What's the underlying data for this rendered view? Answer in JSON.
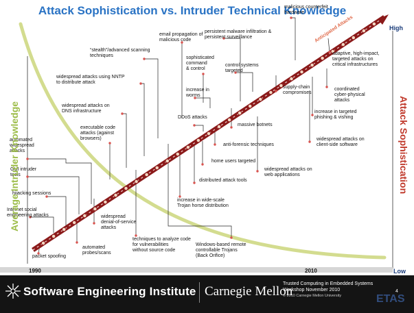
{
  "title": "Attack Sophistication vs. Intruder Technical Knowledge",
  "axes": {
    "left_label": "Average Intruder Knowledge",
    "right_label": "Attack Sophistication",
    "high": "High",
    "low": "Low",
    "start_year": "1990",
    "end_year": "2010",
    "anticipated": "Anticipated Attacks"
  },
  "labels": [
    {
      "id": "packet-spoofing",
      "lines": [
        "packet spoofing"
      ]
    },
    {
      "id": "internet-social-engineering",
      "lines": [
        "Internet social",
        "engineering attacks"
      ]
    },
    {
      "id": "hijacking-sessions",
      "lines": [
        "hijacking sessions"
      ]
    },
    {
      "id": "gui-intruder-tools",
      "lines": [
        "GUI intruder",
        "tools"
      ]
    },
    {
      "id": "automated-widespread",
      "lines": [
        "automated",
        "widespread",
        "attacks"
      ]
    },
    {
      "id": "executable-code",
      "lines": [
        "executable code",
        "attacks (against",
        "browsers)"
      ]
    },
    {
      "id": "dns-infrastructure",
      "lines": [
        "widespread attacks on",
        "DNS infrastructure"
      ]
    },
    {
      "id": "nntp",
      "lines": [
        "widespread attacks using NNTP",
        "to distribute attack"
      ]
    },
    {
      "id": "stealth-scanning",
      "lines": [
        "“stealth”/advanced scanning",
        "techniques"
      ]
    },
    {
      "id": "email-propagation",
      "lines": [
        "email propagation of",
        "malicious code"
      ]
    },
    {
      "id": "sophisticated-cc",
      "lines": [
        "sophisticated",
        "command",
        "& control"
      ]
    },
    {
      "id": "persistent-malware",
      "lines": [
        "persistent malware infiltration &",
        "persistent surveillance"
      ]
    },
    {
      "id": "malicious-hardware",
      "lines": [
        "malicious counterfeit",
        "hardware"
      ]
    },
    {
      "id": "control-systems",
      "lines": [
        "control systems",
        "targeted"
      ]
    },
    {
      "id": "adaptive-high-impact",
      "lines": [
        "adaptive, high-impact,",
        "targeted attacks on",
        "critical infrastructures"
      ]
    },
    {
      "id": "supply-chain",
      "lines": [
        "supply-chain",
        "compromises"
      ]
    },
    {
      "id": "cyber-physical",
      "lines": [
        "coordinated",
        "cyber-physical",
        "attacks"
      ]
    },
    {
      "id": "increase-in-worms",
      "lines": [
        "increase in",
        "worms"
      ]
    },
    {
      "id": "ddos",
      "lines": [
        "DDoS attacks"
      ]
    },
    {
      "id": "massive-botnets",
      "lines": [
        "massive botnets"
      ]
    },
    {
      "id": "targeted-phishing",
      "lines": [
        "increase in targeted",
        "phishing & vishing"
      ]
    },
    {
      "id": "anti-forensic",
      "lines": [
        "anti-forensic techniques"
      ]
    },
    {
      "id": "client-side",
      "lines": [
        "widespread attacks on",
        "client-side software"
      ]
    },
    {
      "id": "home-users",
      "lines": [
        "home users targeted"
      ]
    },
    {
      "id": "web-applications",
      "lines": [
        "widespread attacks on",
        "web applications"
      ]
    },
    {
      "id": "distributed-tools",
      "lines": [
        "distributed attack tools"
      ]
    },
    {
      "id": "trojan-distribution",
      "lines": [
        "increase in wide-scale",
        "Trojan horse distribution"
      ]
    },
    {
      "id": "widespread-dos",
      "lines": [
        "widespread",
        "denial-of-service",
        "attacks"
      ]
    },
    {
      "id": "analyze-code",
      "lines": [
        "techniques to analyze code",
        "for vulnerabilities",
        "without source code"
      ]
    },
    {
      "id": "windows-trojans",
      "lines": [
        "Windows-based remote",
        "controllable Trojans",
        "(Back Orifice)"
      ]
    },
    {
      "id": "automated-probes",
      "lines": [
        "automated",
        "probes/scans"
      ]
    }
  ],
  "footer": {
    "institute": "Software Engineering Institute",
    "university": "Carnegie Mellon",
    "line1": "Trusted Computing in Embedded Systems",
    "line2": "Workshop November 2010",
    "copyright": "© 2010 Carnegie Mellon University",
    "page": "4",
    "watermark": "ETAS"
  },
  "colors": {
    "title": "#2a73c4",
    "timeline": "#8b1a1a",
    "knowledge_curve": "#d3dc8f",
    "knowledge_label": "#9dbd4a",
    "sophistication_label": "#c0392b",
    "dots": "#d9534f"
  }
}
